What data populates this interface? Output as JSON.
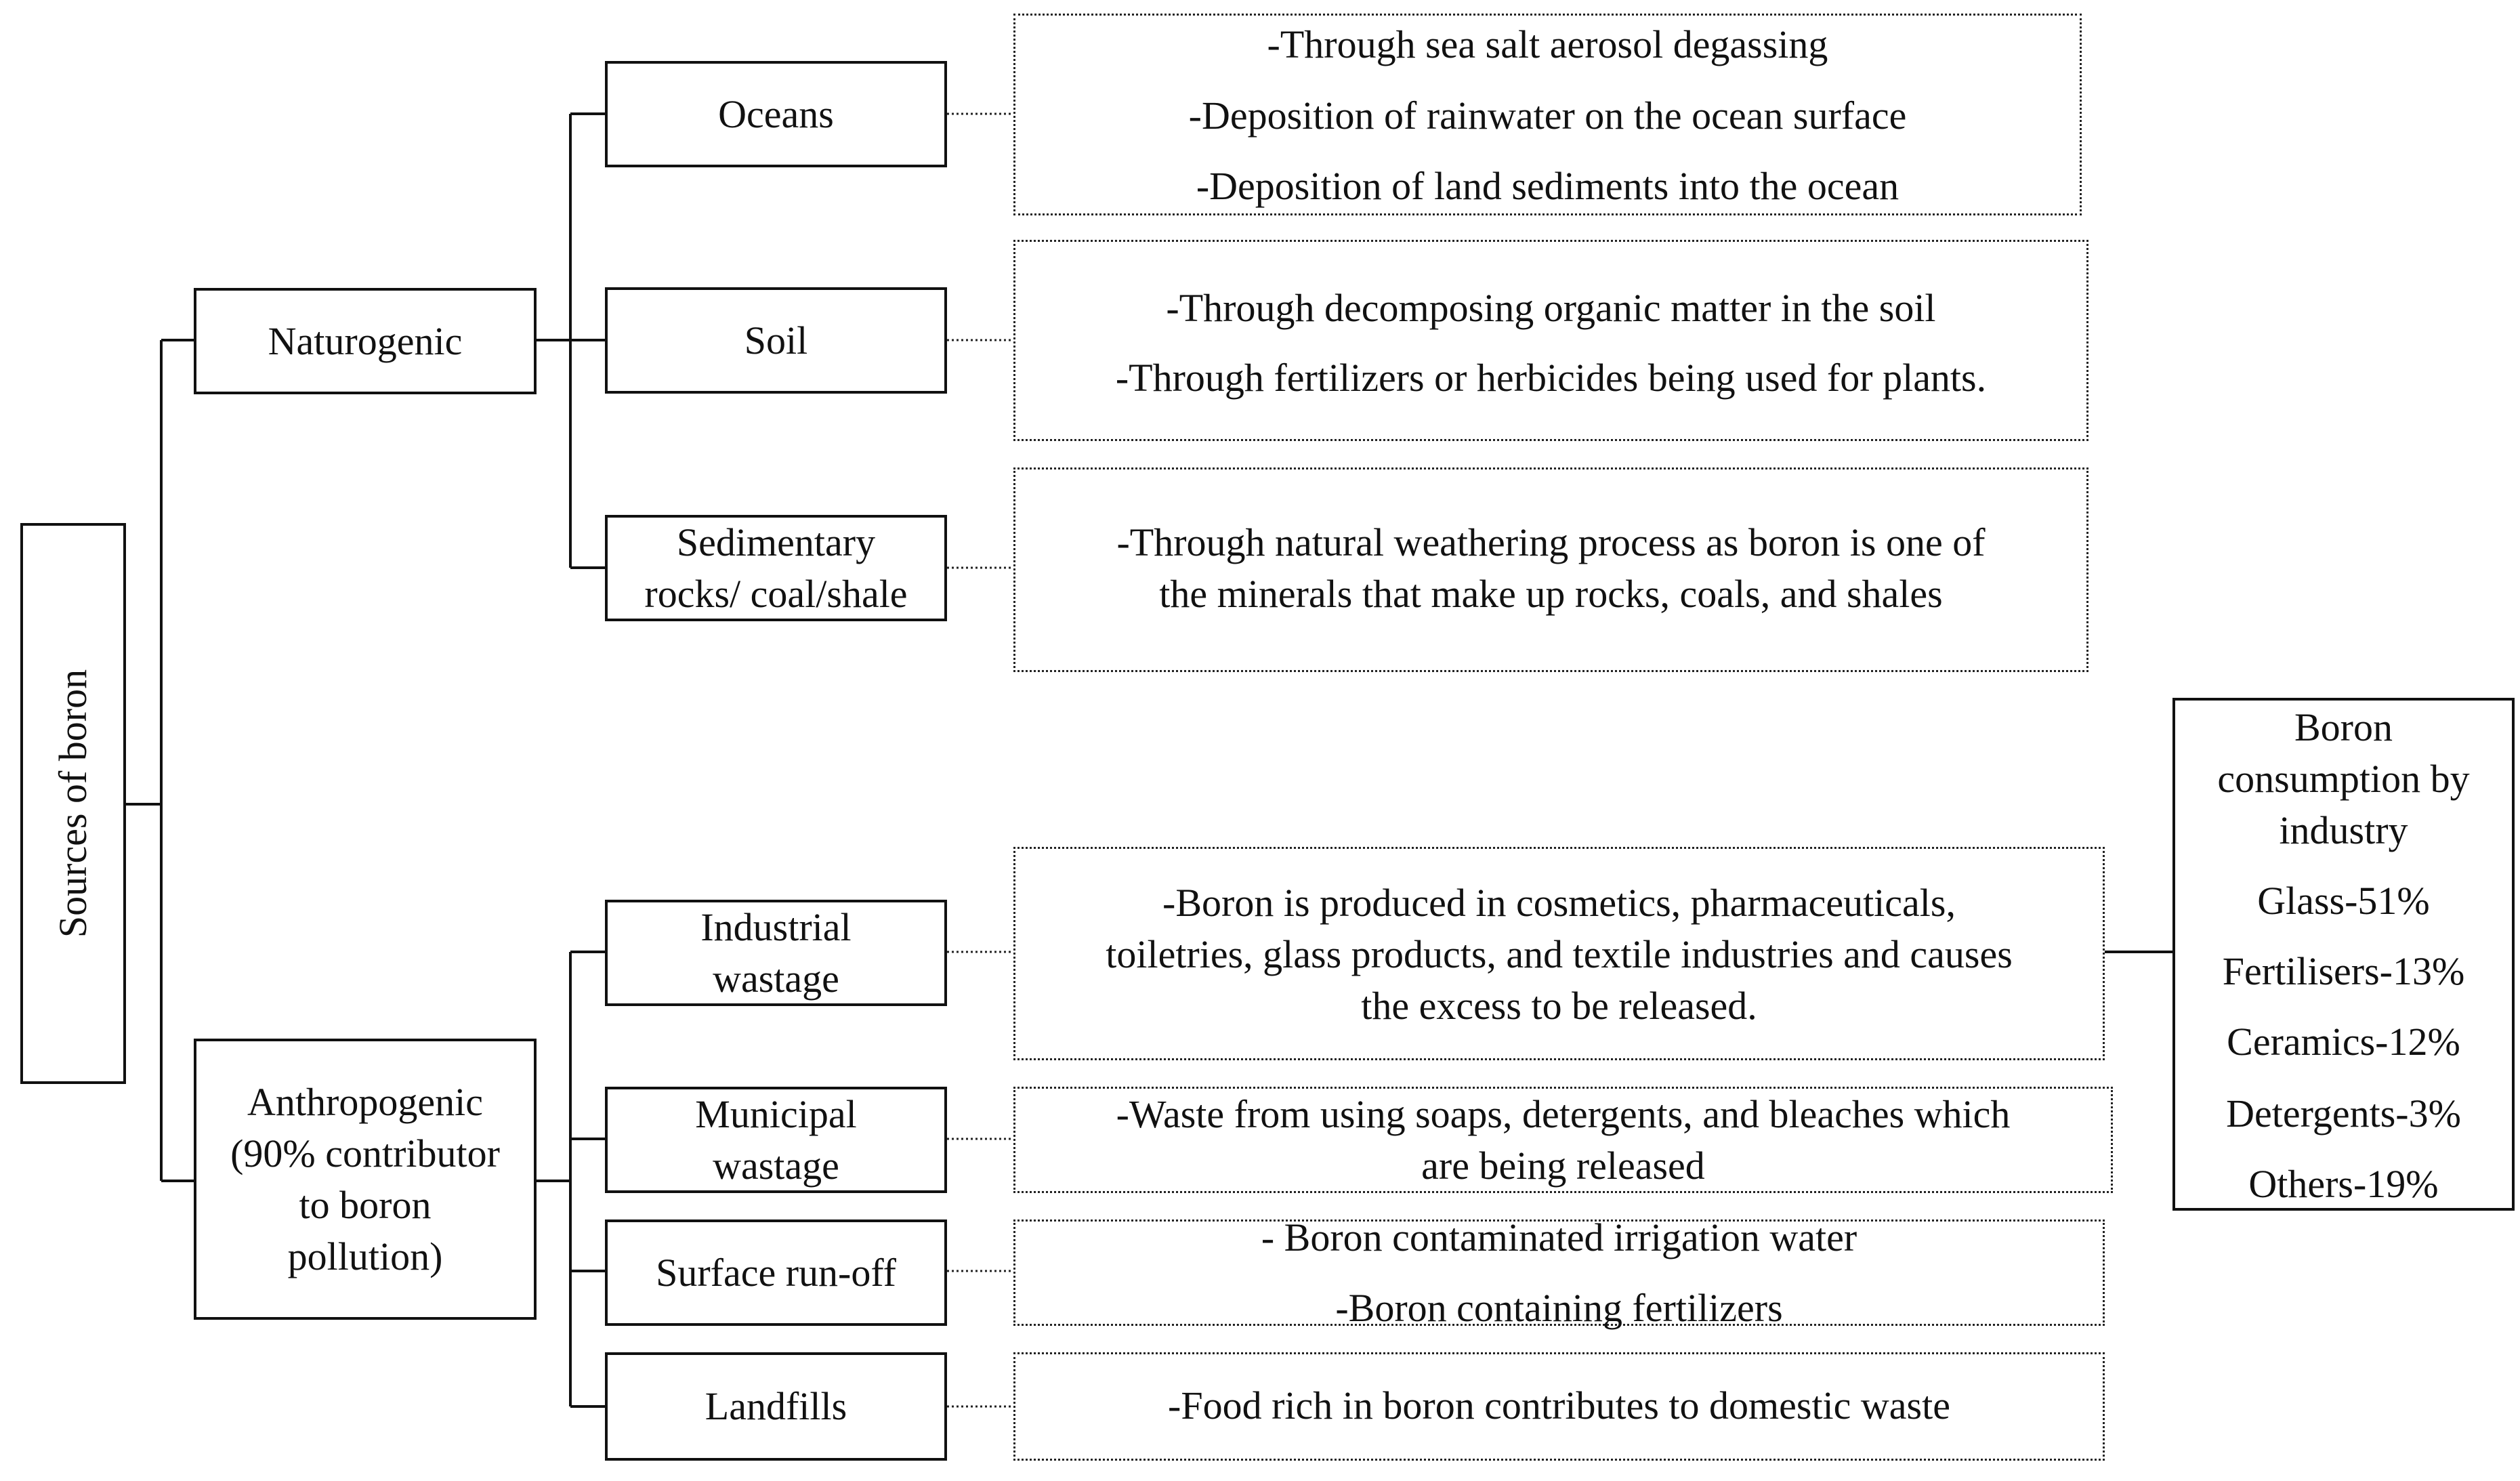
{
  "root": {
    "label": "Sources of boron"
  },
  "naturogenic": {
    "label": "Naturogenic",
    "children": [
      {
        "label": "Oceans",
        "details": [
          "-Through sea salt aerosol degassing",
          "-Deposition of rainwater on the ocean surface",
          "-Deposition of land sediments into the ocean"
        ]
      },
      {
        "label": "Soil",
        "details": [
          "-Through decomposing organic matter in the soil",
          "-Through fertilizers or herbicides being used for plants."
        ]
      },
      {
        "label_lines": [
          "Sedimentary",
          "rocks/ coal/shale"
        ],
        "details": [
          "-Through natural weathering process as boron is one of",
          "the minerals that make up rocks, coals, and shales"
        ]
      }
    ]
  },
  "anthropogenic": {
    "label_lines": [
      "Anthropogenic",
      "(90% contributor",
      "to boron",
      "pollution)"
    ],
    "children": [
      {
        "label_lines": [
          "Industrial",
          "wastage"
        ],
        "details": [
          "-Boron is produced in cosmetics, pharmaceuticals,",
          "toiletries, glass products, and textile industries and causes",
          "the excess to be released."
        ]
      },
      {
        "label_lines": [
          "Municipal",
          "wastage"
        ],
        "details": [
          "-Waste from using soaps, detergents, and bleaches which",
          "are being released"
        ]
      },
      {
        "label": "Surface run-off",
        "details": [
          "- Boron contaminated irrigation water",
          "-Boron containing fertilizers"
        ]
      },
      {
        "label": "Landfills",
        "details": [
          "-Food rich in boron contributes to domestic waste"
        ]
      }
    ]
  },
  "consumption": {
    "title_lines": [
      "Boron",
      "consumption by",
      "industry"
    ],
    "items": [
      "Glass-51%",
      "Fertilisers-13%",
      "Ceramics-12%",
      "Detergents-3%",
      "Others-19%"
    ]
  }
}
